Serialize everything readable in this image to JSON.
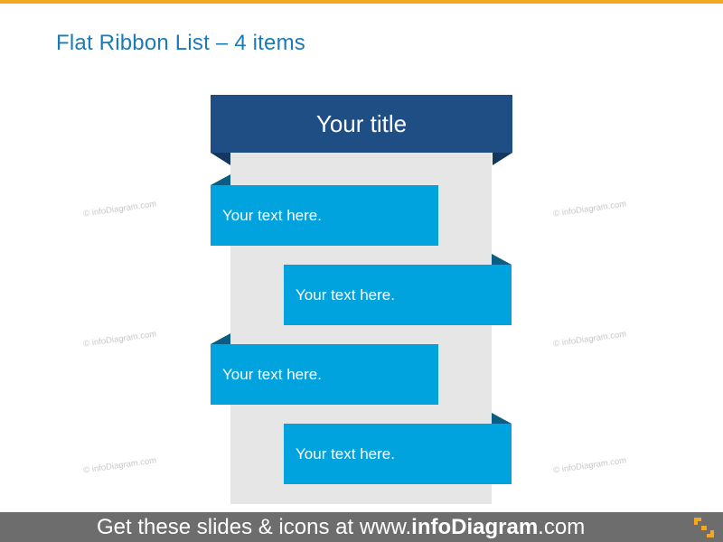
{
  "slide": {
    "title": "Flat Ribbon List – 4 items"
  },
  "ribbon": {
    "title": "Your title",
    "items": [
      {
        "text": "Your text here."
      },
      {
        "text": "Your text here."
      },
      {
        "text": "Your text here."
      },
      {
        "text": "Your text here."
      }
    ]
  },
  "watermark": {
    "text": "© infoDiagram.com"
  },
  "footer": {
    "prefix": "Get these slides & icons at www.",
    "brand": "infoDiagram",
    "suffix": ".com",
    "logo_icon": "infodiagram-corner-logo-icon"
  },
  "colors": {
    "accent_line": "#f5a623",
    "title": "#1a7bb8",
    "header": "#1f4e85",
    "ribbon": "#00a3de",
    "ribbon_fold": "#0a5d85",
    "panel": "#e6e6e6",
    "footer": "#6d6d6d"
  }
}
